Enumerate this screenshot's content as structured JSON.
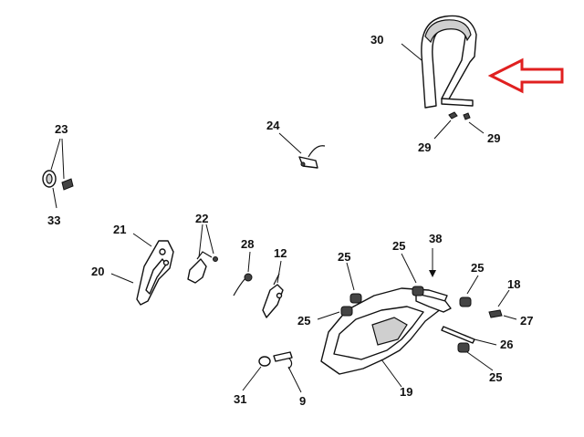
{
  "diagram": {
    "labels": [
      {
        "id": "l30",
        "text": "30"
      },
      {
        "id": "l29a",
        "text": "29"
      },
      {
        "id": "l29b",
        "text": "29"
      },
      {
        "id": "l24",
        "text": "24"
      },
      {
        "id": "l23",
        "text": "23"
      },
      {
        "id": "l33",
        "text": "33"
      },
      {
        "id": "l21",
        "text": "21"
      },
      {
        "id": "l22",
        "text": "22"
      },
      {
        "id": "l20",
        "text": "20"
      },
      {
        "id": "l28",
        "text": "28"
      },
      {
        "id": "l12",
        "text": "12"
      },
      {
        "id": "l25a",
        "text": "25"
      },
      {
        "id": "l25b",
        "text": "25"
      },
      {
        "id": "l38",
        "text": "38"
      },
      {
        "id": "l25c",
        "text": "25"
      },
      {
        "id": "l18",
        "text": "18"
      },
      {
        "id": "l27",
        "text": "27"
      },
      {
        "id": "l25d",
        "text": "25"
      },
      {
        "id": "l26",
        "text": "26"
      },
      {
        "id": "l25e",
        "text": "25"
      },
      {
        "id": "l31",
        "text": "31"
      },
      {
        "id": "l9",
        "text": "9"
      },
      {
        "id": "l19",
        "text": "19"
      }
    ],
    "arrow_color": "#e02020"
  }
}
